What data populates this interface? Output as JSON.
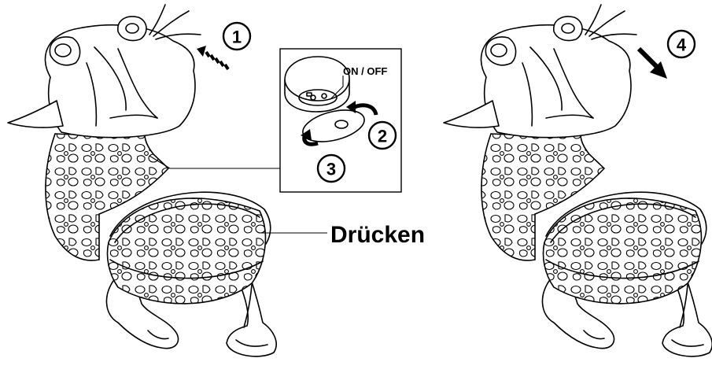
{
  "steps": [
    "1",
    "2",
    "3",
    "4"
  ],
  "labels": {
    "power_switch": "ON / OFF",
    "press": "Drücken"
  },
  "colors": {
    "ink": "#000000",
    "paper": "#ffffff"
  },
  "icons": {
    "step1_arrow": "dashed-arrow-icon",
    "step4_arrow": "solid-arrow-icon",
    "rotate_arrows": "rotate-arrow-icon"
  }
}
